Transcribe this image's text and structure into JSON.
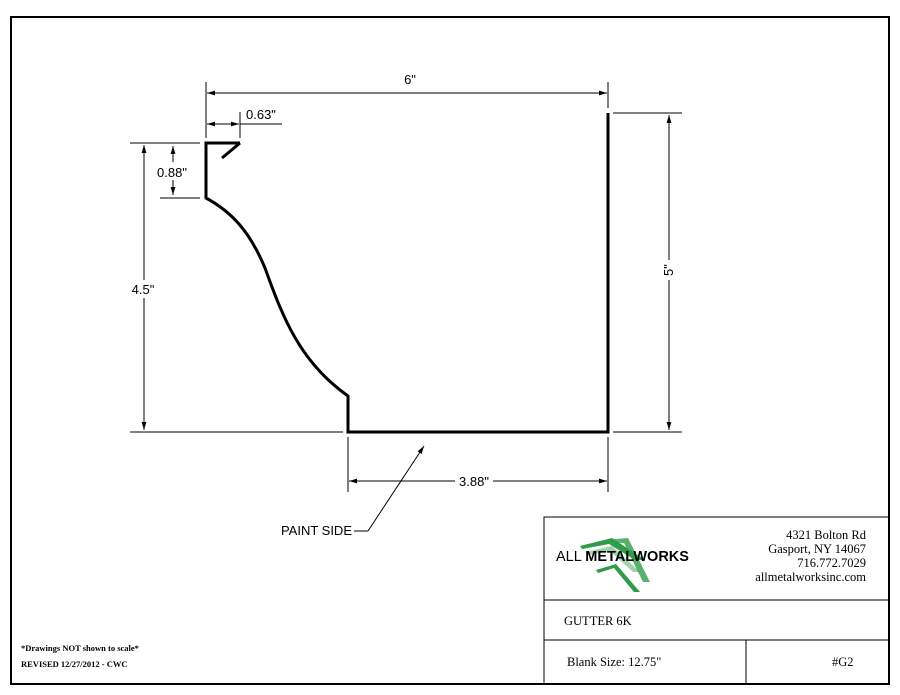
{
  "dimensions": {
    "width_top": "6\"",
    "lip_width": "0.63\"",
    "lip_height": "0.88\"",
    "front_height": "4.5\"",
    "back_height": "5\"",
    "bottom_width": "3.88\""
  },
  "labels": {
    "paint_side": "PAINT SIDE"
  },
  "title_block": {
    "logo_light": "ALL ",
    "logo_bold": "METALWORKS",
    "address_line1": "4321 Bolton Rd",
    "address_line2": "Gasport, NY 14067",
    "phone": "716.772.7029",
    "website": "allmetalworksinc.com",
    "part_name": "GUTTER 6K",
    "blank_size": "Blank Size:  12.75\"",
    "part_number": "#G2"
  },
  "notes": {
    "scale_note": "*Drawings NOT shown to scale*",
    "revision": "REVISED 12/27/2012 - CWC"
  },
  "colors": {
    "line": "#000000",
    "logo_green": "#2e9d4a",
    "logo_green_light": "#9fd4a8"
  }
}
